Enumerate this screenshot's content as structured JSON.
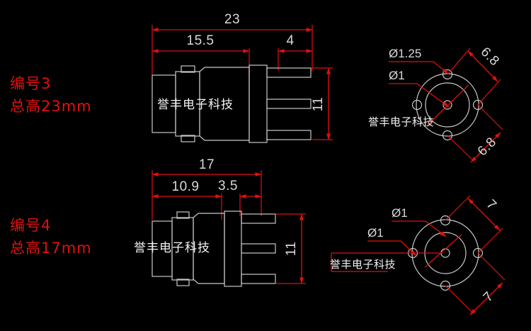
{
  "drawing": {
    "background_color": "#000000",
    "geometry_color": "#c9c9c9",
    "dimension_color": "#e01010",
    "dimension_text_color": "#d8d8d8",
    "watermark_text": "誉丰电子科技"
  },
  "annotations": {
    "part3_number": "编号3",
    "part3_height": "总高23mm",
    "part4_number": "编号4",
    "part4_height": "总高17mm"
  },
  "views": {
    "top_side": {
      "dim_total": "23",
      "dim_body": "15.5",
      "dim_pin": "4",
      "dim_height": "11",
      "watermark": "誉丰电子科技"
    },
    "top_front": {
      "dim_hole_large": "Ø1.25",
      "dim_hole_small": "Ø1",
      "dim_pcd_upper": "6.8",
      "dim_pcd_lower": "6.8",
      "watermark": "誉丰电子科技"
    },
    "bottom_side": {
      "dim_total": "17",
      "dim_body": "10.9",
      "dim_pin": "3.5",
      "dim_height": "11",
      "watermark": "誉丰电子科技"
    },
    "bottom_front": {
      "dim_hole_outer": "Ø1",
      "dim_hole_center": "Ø1",
      "dim_pcd_upper": "7",
      "dim_pcd_lower": "7",
      "watermark": "誉丰电子科技"
    }
  }
}
